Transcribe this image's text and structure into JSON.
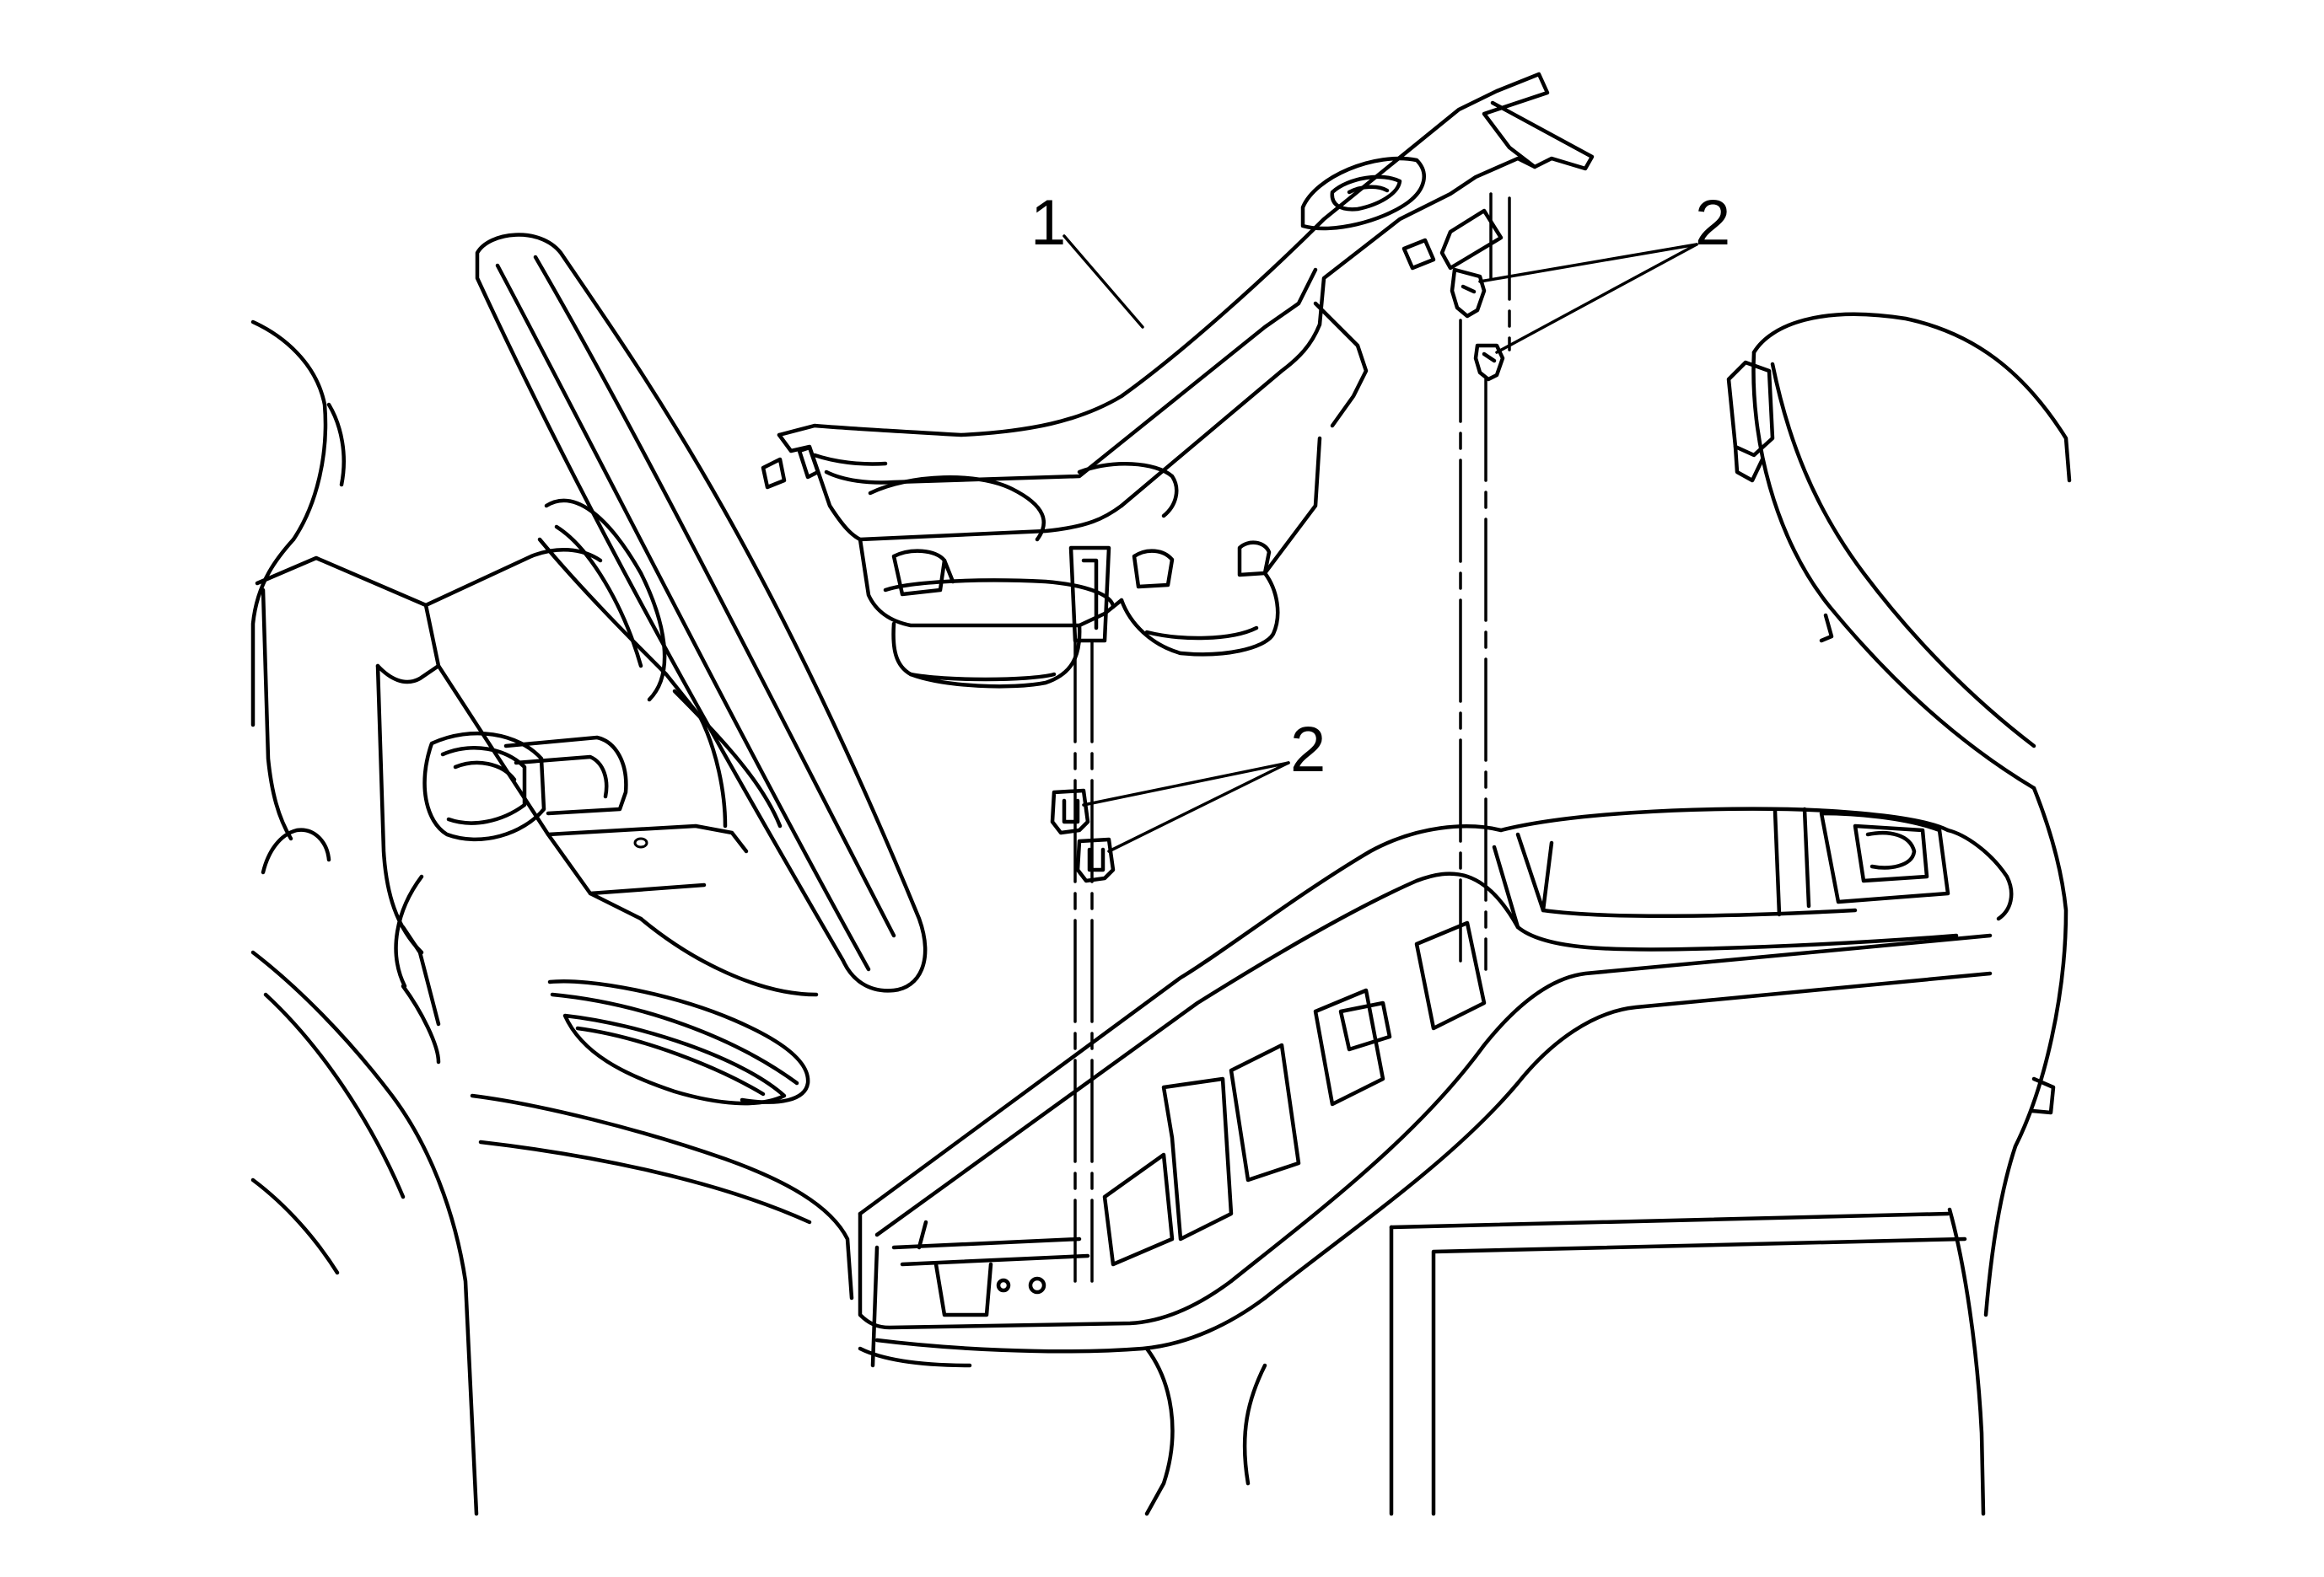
{
  "callouts": {
    "trim_plate": "1",
    "upper_clips": "2",
    "lower_clips": "2"
  },
  "colors": {
    "line": "#000000",
    "background": "#ffffff"
  }
}
